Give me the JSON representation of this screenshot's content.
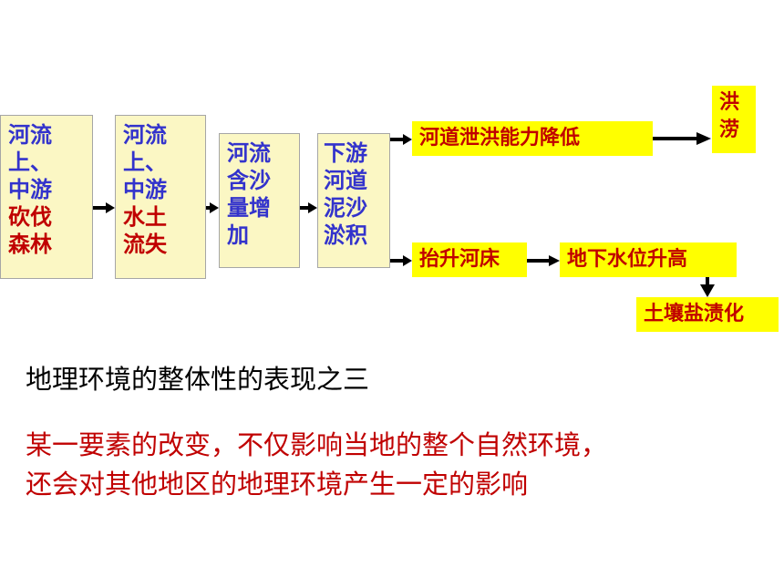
{
  "boxes": [
    {
      "lines_blue": [
        "河流",
        "上、",
        "中游"
      ],
      "lines_red": [
        "砍伐",
        "森林"
      ]
    },
    {
      "lines_blue": [
        "河流",
        "上、",
        "中游"
      ],
      "lines_red": [
        "水土",
        "流失"
      ]
    },
    {
      "lines_blue": [
        "河流",
        "含沙",
        "量增",
        "加"
      ]
    },
    {
      "lines_blue": [
        "下游",
        "河道",
        "泥沙",
        "淤积"
      ]
    }
  ],
  "effects": {
    "channel": "河道泄洪能力降低",
    "flood": [
      "洪",
      "涝"
    ],
    "riverbed": "抬升河床",
    "groundwater": "地下水位升高",
    "salinization": "土壤盐渍化"
  },
  "text": {
    "heading": "地理环境的整体性的表现之三",
    "line1": "某一要素的改变，不仅影响当地的整个自然环境，",
    "line2": "还会对其他地区的地理环境产生一定的影响"
  },
  "colors": {
    "box_fill": "#fbf7c4",
    "highlight": "#ffff00",
    "red_text": "#c00000",
    "blue_text": "#3333cc"
  }
}
